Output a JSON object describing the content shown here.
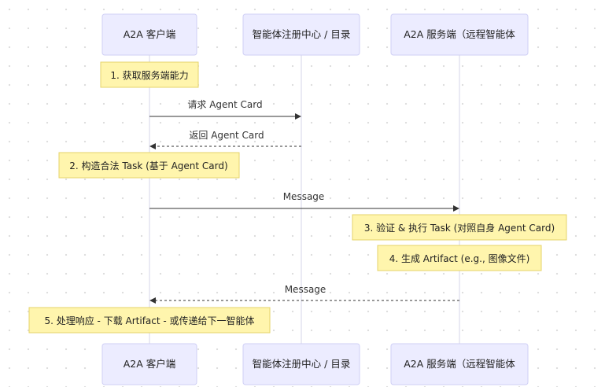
{
  "actors": [
    {
      "id": "client",
      "label": "A2A 客户端"
    },
    {
      "id": "registry",
      "label": "智能体注册中心 / 目录"
    },
    {
      "id": "server",
      "label": "A2A 服务端（远程智能体"
    }
  ],
  "notes": {
    "n1": "1. 获取服务端能力",
    "n2": "2. 构造合法 Task (基于 Agent Card)",
    "n3": "3. 验证 & 执行 Task (对照自身 Agent Card)",
    "n4": "4. 生成 Artifact (e.g., 图像文件)",
    "n5": "5. 处理响应 - 下载 Artifact - 或传递给下一智能体"
  },
  "messages": {
    "m1": "请求 Agent Card",
    "m2": "返回 Agent Card",
    "m3": "Message",
    "m4": "Message"
  },
  "colors": {
    "actor_fill": "#ececff",
    "actor_stroke": "#cfcff5",
    "note_fill": "#fff5ad",
    "note_stroke": "#e6d36a",
    "line": "#333333"
  }
}
